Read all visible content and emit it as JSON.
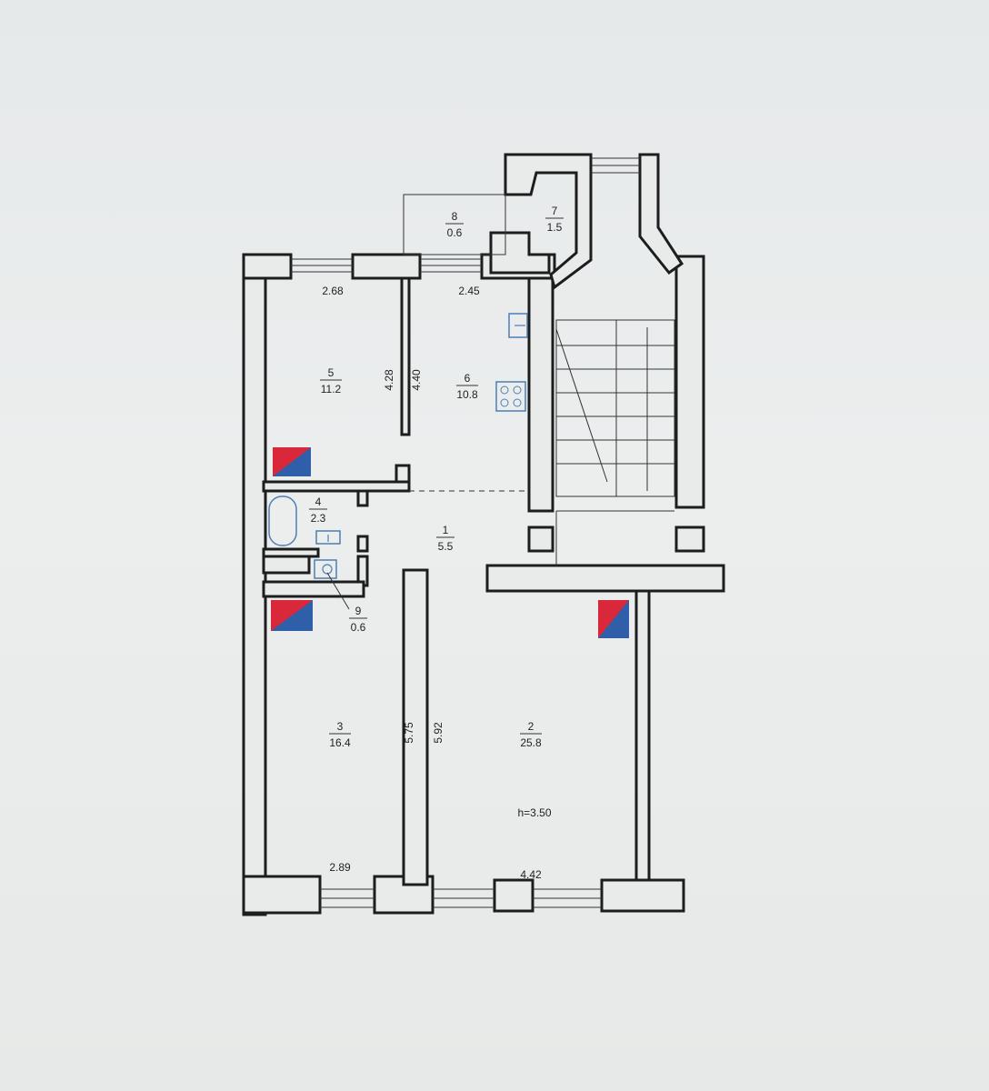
{
  "rooms": [
    {
      "number": "1",
      "area": "5.5"
    },
    {
      "number": "2",
      "area": "25.8"
    },
    {
      "number": "3",
      "area": "16.4"
    },
    {
      "number": "4",
      "area": "2.3"
    },
    {
      "number": "5",
      "area": "11.2"
    },
    {
      "number": "6",
      "area": "10.8"
    },
    {
      "number": "7",
      "area": "1.5"
    },
    {
      "number": "8",
      "area": "0.6"
    },
    {
      "number": "9",
      "area": "0.6"
    }
  ],
  "dimensions": {
    "room5_width": "2.68",
    "room6_width": "2.45",
    "room5_length": "4.28",
    "room6_length": "4.40",
    "room3_length": "5.75",
    "room2_length": "5.92",
    "room3_width": "2.89",
    "room2_width": "4.42"
  },
  "ceiling_height": "h=3.50",
  "colors": {
    "heater_red": "#d8283a",
    "heater_blue": "#2f5fa8",
    "fixture_blue": "#4c7fb4"
  },
  "icons": [
    "radiator-icon",
    "bathtub-icon",
    "sink-icon",
    "toilet-icon",
    "stove-icon",
    "stairs-icon"
  ]
}
